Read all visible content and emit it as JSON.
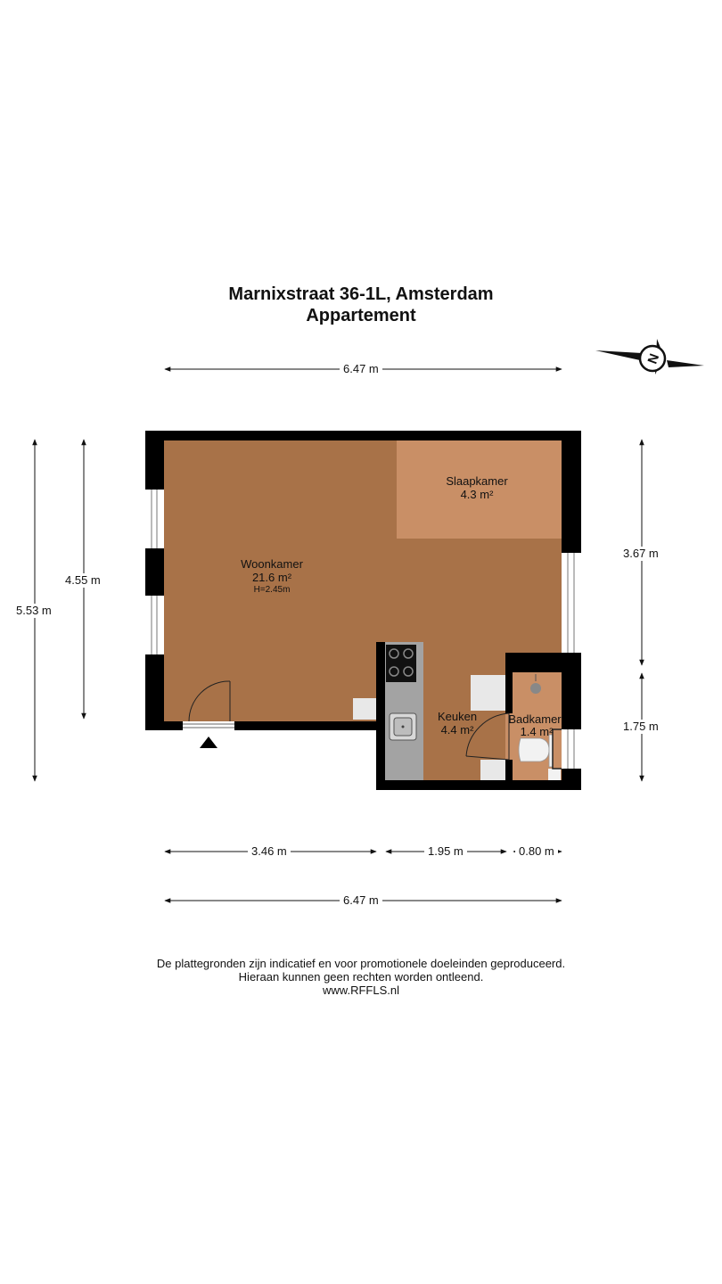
{
  "header": {
    "address": "Marnixstraat 36-1L, Amsterdam",
    "type": "Appartement"
  },
  "compass": {
    "icon": "north-arrow-icon",
    "letter": "N"
  },
  "rooms": {
    "woonkamer": {
      "name": "Woonkamer",
      "area": "21.6 m²",
      "height": "H=2.45m",
      "color": "#a87248"
    },
    "slaapkamer": {
      "name": "Slaapkamer",
      "area": "4.3 m²",
      "color": "#c98f66"
    },
    "keuken": {
      "name": "Keuken",
      "area": "4.4 m²",
      "color": "#a87248"
    },
    "badkamer": {
      "name": "Badkamer",
      "area": "1.4 m²",
      "color": "#c98f66"
    }
  },
  "dimensions": {
    "top_width": "6.47 m",
    "left_outer": "5.53 m",
    "left_inner": "4.55 m",
    "right_upper": "3.67 m",
    "right_lower": "1.75 m",
    "bottom_seg1": "3.46 m",
    "bottom_seg2": "1.95 m",
    "bottom_seg3": "0.80 m",
    "bottom_total": "6.47 m"
  },
  "footer": {
    "line1": "De plattegronden zijn indicatief en voor promotionele doeleinden geproduceerd.",
    "line2": "Hieraan kunnen geen rechten worden ontleend.",
    "line3": "www.RFFLS.nl"
  },
  "colors": {
    "wall": "#000000",
    "counter": "#a3a3a3",
    "fixture": "#e8e8e8"
  }
}
